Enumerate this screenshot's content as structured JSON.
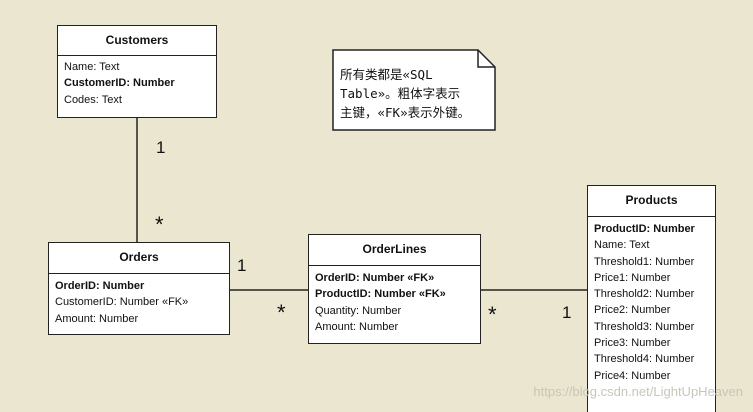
{
  "entities": {
    "customers": {
      "name": "Customers",
      "attributes": [
        {
          "text": "Name: Text",
          "key": false
        },
        {
          "text": "CustomerID: Number",
          "key": true
        },
        {
          "text": "Codes: Text",
          "key": false
        }
      ]
    },
    "orders": {
      "name": "Orders",
      "attributes": [
        {
          "text": "OrderID: Number",
          "key": true
        },
        {
          "text": "CustomerID: Number «FK»",
          "key": false
        },
        {
          "text": "Amount: Number",
          "key": false
        }
      ]
    },
    "orderlines": {
      "name": "OrderLines",
      "attributes": [
        {
          "text": "OrderID: Number «FK»",
          "key": true
        },
        {
          "text": "ProductID: Number «FK»",
          "key": true
        },
        {
          "text": "Quantity: Number",
          "key": false
        },
        {
          "text": "Amount: Number",
          "key": false
        }
      ]
    },
    "products": {
      "name": "Products",
      "attributes": [
        {
          "text": "ProductID: Number",
          "key": true
        },
        {
          "text": "Name: Text",
          "key": false
        },
        {
          "text": "Threshold1: Number",
          "key": false
        },
        {
          "text": "Price1: Number",
          "key": false
        },
        {
          "text": "Threshold2: Number",
          "key": false
        },
        {
          "text": "Price2: Number",
          "key": false
        },
        {
          "text": "Threshold3: Number",
          "key": false
        },
        {
          "text": "Price3: Number",
          "key": false
        },
        {
          "text": "Threshold4: Number",
          "key": false
        },
        {
          "text": "Price4: Number",
          "key": false
        }
      ]
    }
  },
  "multiplicities": {
    "customers_orders_customer_end": "1",
    "customers_orders_order_end": "*",
    "orders_orderlines_orders_end": "1",
    "orders_orderlines_orderlines_end": "*",
    "orderlines_products_orderlines_end": "*",
    "orderlines_products_products_end": "1"
  },
  "note": {
    "lines": [
      "所有类都是«SQL",
      "Table»。粗体字表示",
      "主键，«FK»表示外键。"
    ]
  },
  "watermark": "https://blog.csdn.net/LightUpHeaven",
  "colors": {
    "background": "#eae6cf",
    "box_fill": "#ffffff",
    "stroke": "#222222"
  }
}
